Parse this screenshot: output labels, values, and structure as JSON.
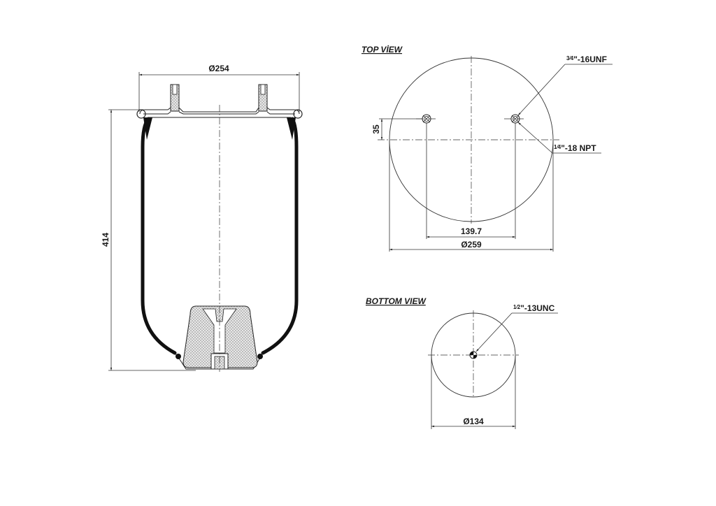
{
  "side_view": {
    "diameter_label": "Ø254",
    "height_label": "414"
  },
  "top_view": {
    "title": "TOP VİEW",
    "thread_label_1_frac": "3⁄4",
    "thread_label_1_rest": "\"-16UNF",
    "thread_label_2_frac": "1⁄4",
    "thread_label_2_rest": "\"-18 NPT",
    "offset_label": "35",
    "hole_spacing_label": "139.7",
    "diameter_label": "Ø259"
  },
  "bottom_view": {
    "title": "BOTTOM  VIEW",
    "thread_label_frac": "1⁄2",
    "thread_label_rest": "\"-13UNC",
    "diameter_label": "Ø134"
  },
  "colors": {
    "line": "#222222",
    "background": "#ffffff"
  }
}
